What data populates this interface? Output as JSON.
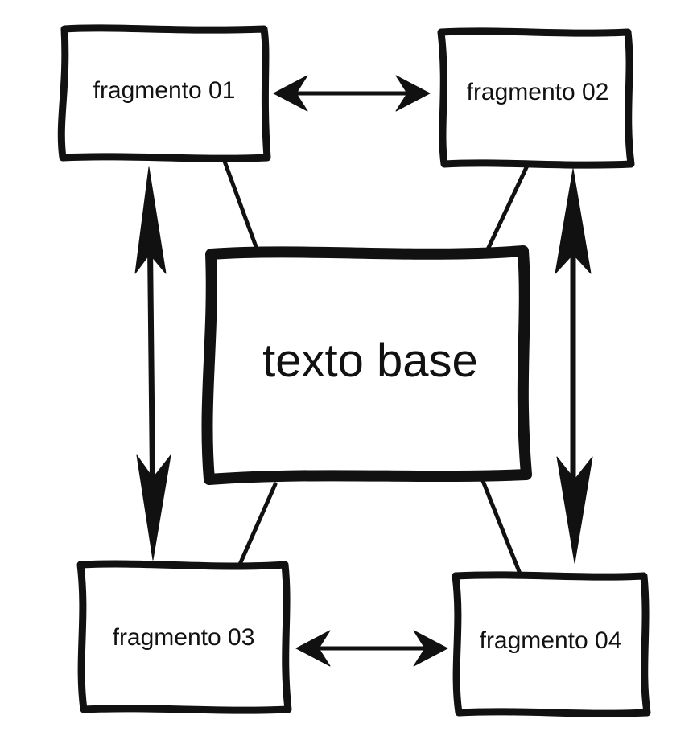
{
  "diagram": {
    "colors": {
      "ink": "#111111",
      "background": "#ffffff"
    },
    "nodes": {
      "center": {
        "label": "texto base"
      },
      "frag01": {
        "label": "fragmento 01"
      },
      "frag02": {
        "label": "fragmento 02"
      },
      "frag03": {
        "label": "fragmento 03"
      },
      "frag04": {
        "label": "fragmento 04"
      }
    },
    "edges": [
      {
        "from": "frag01",
        "to": "frag02",
        "style": "double-arrow"
      },
      {
        "from": "frag03",
        "to": "frag04",
        "style": "double-arrow"
      },
      {
        "from": "frag01",
        "to": "frag03",
        "style": "double-arrow"
      },
      {
        "from": "frag02",
        "to": "frag04",
        "style": "double-arrow"
      },
      {
        "from": "frag01",
        "to": "center",
        "style": "line"
      },
      {
        "from": "frag02",
        "to": "center",
        "style": "line"
      },
      {
        "from": "frag03",
        "to": "center",
        "style": "line"
      },
      {
        "from": "frag04",
        "to": "center",
        "style": "line"
      }
    ]
  }
}
